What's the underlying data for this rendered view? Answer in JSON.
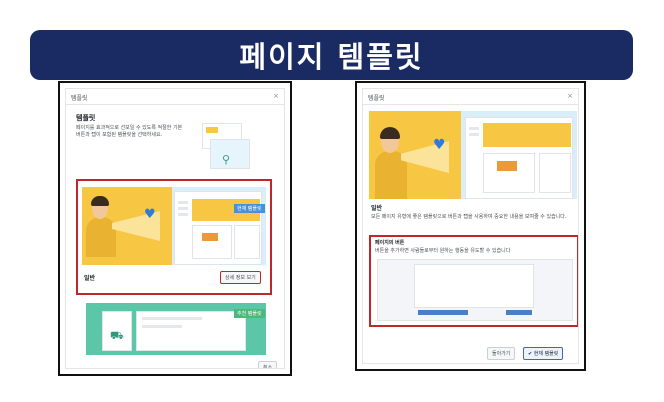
{
  "banner": {
    "title": "페이지 템플릿"
  },
  "left": {
    "dialog_title": "템플릿",
    "close_glyph": "×",
    "heading": "템플릿",
    "description": "페이지를 효과적으로 선보일 수 있도록 적절한 기본 버튼과 탭이 포함된 템플릿을 선택하세요.",
    "selected_template_name": "일반",
    "current_badge": "현재 템플릿",
    "details_button": "상세 정보 보기",
    "next_badge": "추천 템플릿",
    "cancel_button": "취소"
  },
  "right": {
    "dialog_title": "템플릿",
    "close_glyph": "×",
    "template_name": "일반",
    "template_desc": "모든 페이지 유형에 좋은 템플릿으로 버튼과 탭을 사용하여 중요한 내용을 보여줄 수 있습니다.",
    "buttons_heading": "페이지의 버튼",
    "buttons_desc": "버튼을 추가하면 사람들로부터 원하는 행동을 유도할 수 있습니다",
    "back_button": "돌아가기",
    "apply_button": "현재 템플릿"
  },
  "colors": {
    "banner": "#1a2b63",
    "highlight": "#c0262c",
    "accent": "#f7c744"
  }
}
